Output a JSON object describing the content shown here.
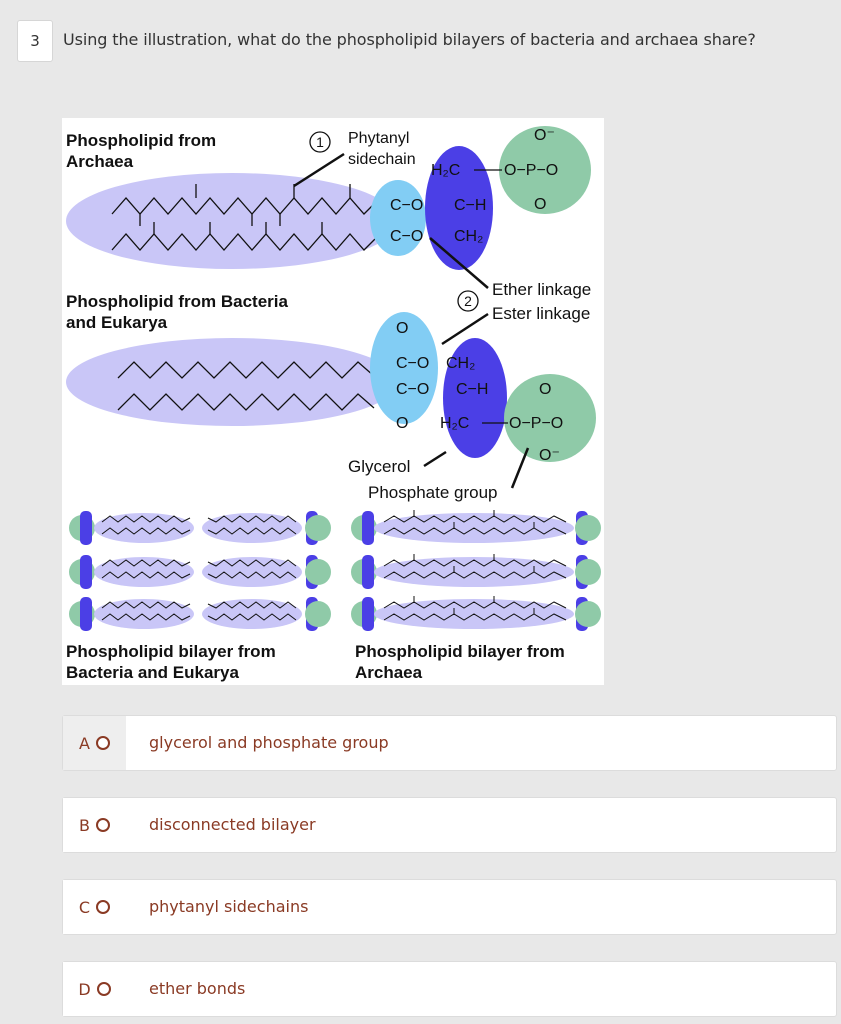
{
  "question": {
    "number": "3",
    "text": "Using the illustration, what do the phospholipid bilayers of bacteria and archaea share?"
  },
  "figure": {
    "archaea_title_1": "Phospholipid from",
    "archaea_title_2": "Archaea",
    "marker_1": "1",
    "phytanyl_1": "Phytanyl",
    "phytanyl_2": "sidechain",
    "h2c": "H₂C",
    "c_h": "C−H",
    "ch2": "CH₂",
    "c_o": "C−O",
    "o_p_o": "O−P−O",
    "o_minus": "O⁻",
    "o_dbl": "O",
    "marker_2": "2",
    "ether": "Ether linkage",
    "ester": "Ester linkage",
    "bact_title_1": "Phospholipid from Bacteria",
    "bact_title_2": "and Eukarya",
    "glycerol": "Glycerol",
    "phosphate": "Phosphate group",
    "bilayer_bact_1": "Phospholipid bilayer from",
    "bilayer_bact_2": "Bacteria and Eukarya",
    "bilayer_arch_1": "Phospholipid bilayer from",
    "bilayer_arch_2": "Archaea",
    "colors": {
      "tail": "#c9c6f7",
      "glycerol": "#82cdf4",
      "backbone": "#4b3fe6",
      "phosphate": "#8fcaa8"
    }
  },
  "options": [
    {
      "letter": "A",
      "text": "glycerol and phosphate group",
      "selected": true
    },
    {
      "letter": "B",
      "text": "disconnected bilayer",
      "selected": false
    },
    {
      "letter": "C",
      "text": "phytanyl sidechains",
      "selected": false
    },
    {
      "letter": "D",
      "text": "ether bonds",
      "selected": false
    }
  ]
}
